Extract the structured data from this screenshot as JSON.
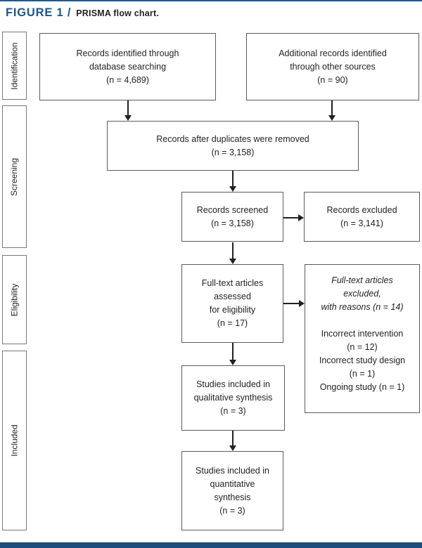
{
  "page": {
    "title_label": "FIGURE 1 /",
    "title_caption": "PRISMA flow chart."
  },
  "sidebar": {
    "stages": [
      {
        "label": "Identification"
      },
      {
        "label": "Screening"
      },
      {
        "label": "Eligibility"
      },
      {
        "label": "Included"
      }
    ]
  },
  "flow": {
    "identified_db": "Records identified through\ndatabase searching\n(n = 4,689)",
    "identified_other": "Additional records identified\nthrough other sources\n(n = 90)",
    "after_duplicates": "Records after duplicates were removed\n(n = 3,158)",
    "screened": "Records screened\n(n = 3,158)",
    "excluded": "Records excluded\n(n = 3,141)",
    "fulltext_assessed": "Full-text articles\nassessed\nfor eligibility\n(n = 17)",
    "fulltext_excluded_reasons": "Full-text articles\nexcluded,\nwith reasons (n = 14)",
    "fulltext_excluded_breakdown": "Incorrect intervention\n(n = 12)\nIncorrect study design\n(n = 1)\nOngoing study (n = 1)",
    "qualitative": "Studies included in\nqualitative synthesis\n(n = 3)",
    "quantitative": "Studies included in\nquantitative\nsynthesis\n(n = 3)"
  },
  "colors": {
    "accent_blue": "#1d5593",
    "top_rule": "#1e5a96",
    "bottom_bar": "#1b4d7e",
    "text": "#231f20",
    "box_border": "#5a5b5e"
  }
}
